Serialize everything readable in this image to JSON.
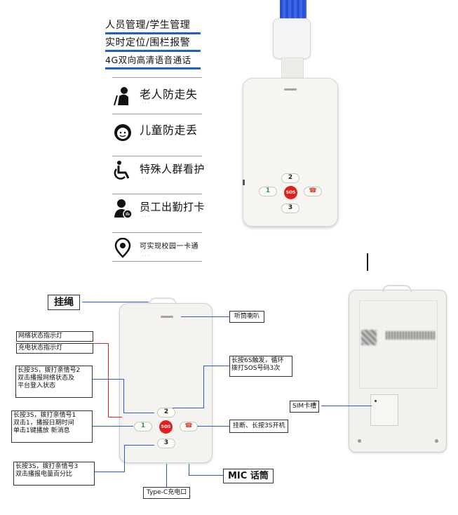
{
  "headlines": [
    "人员管理/学生管理",
    "实时定位/围栏报警",
    "4G双向高清语音通话"
  ],
  "features": [
    {
      "label": "老人防走失",
      "icon": "elderly-icon",
      "dots": "..."
    },
    {
      "label": "儿童防走丢",
      "icon": "child-face-icon",
      "dots": "..."
    },
    {
      "label": "特殊人群看护",
      "icon": "wheelchair-icon",
      "dots": "..."
    },
    {
      "label": "员工出勤打卡",
      "icon": "employee-icon",
      "dots": "..."
    },
    {
      "label": "可实现校园一卡通",
      "icon": "location-pin-icon",
      "dots": "..."
    }
  ],
  "device": {
    "btn2": "2",
    "btn3": "3",
    "btn1": "1",
    "sos": "SOS"
  },
  "diagram": {
    "lanyard": "挂绳",
    "earpiece": "听筒喇叭",
    "net_led": "网络状态指示灯",
    "charge_led": "充电状态指示灯",
    "key2": [
      "长按3S，拨打亲情号2",
      "双击播报网络状态及",
      "平台登入状态"
    ],
    "key1": [
      "长按3S，拨打亲情号1",
      "双击1，播报日期时间",
      "单击1键播放 新消息"
    ],
    "key3": [
      "长按3S，拨打亲情号3",
      "双击播报电量百分比"
    ],
    "sos": [
      "长按6S触发，循环",
      "拨打SOS号码3次"
    ],
    "hangup": "挂断、长按3S开机",
    "mic": "MIC 话筒",
    "typec": "Type-C充电口",
    "sim": "SIM卡槽"
  },
  "colors": {
    "accent_blue": "#1f5fc8",
    "sos_red": "#e02020",
    "lead_red": "#d42a2a"
  }
}
